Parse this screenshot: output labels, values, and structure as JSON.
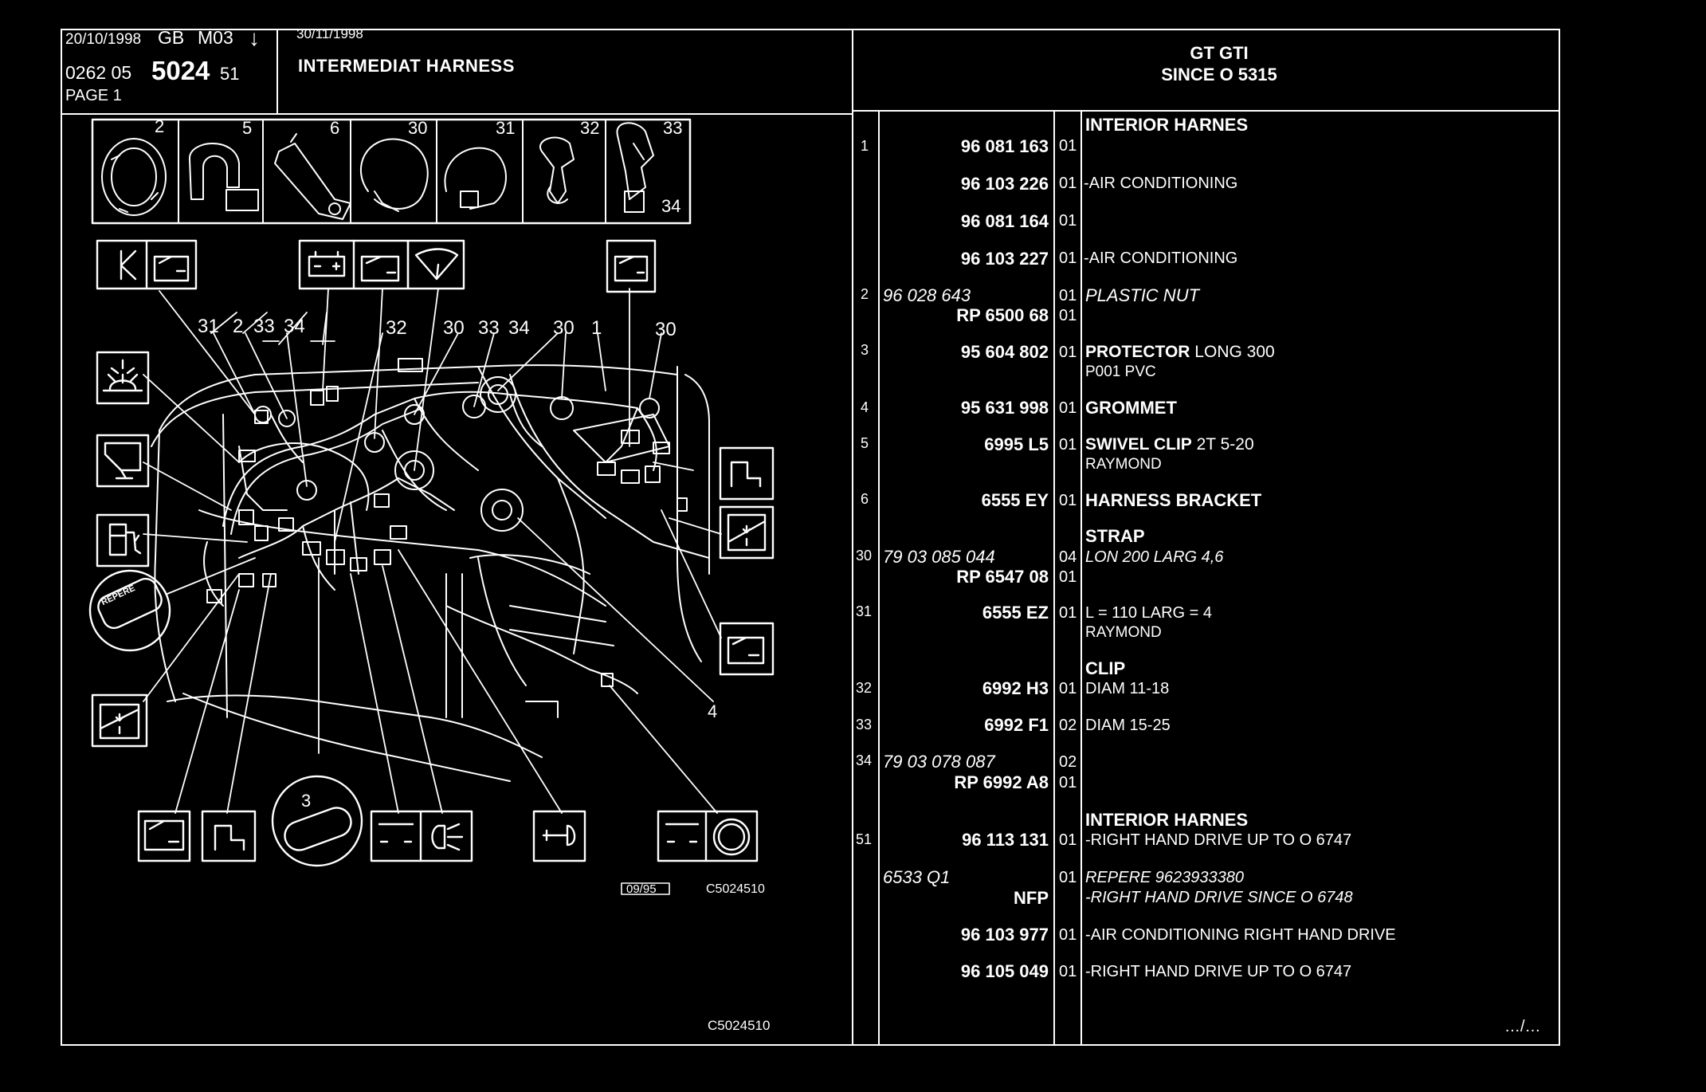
{
  "header": {
    "date_print": "20/10/1998",
    "lang": "GB",
    "model_code": "M03",
    "ref_prefix": "0262 05",
    "ref_main": "5024",
    "ref_suffix": "51",
    "page": "PAGE 1",
    "update_date": "30/11/1998",
    "title": "INTERMEDIAT HARNESS",
    "model": "GT GTI",
    "since": "SINCE O  5315"
  },
  "diagram": {
    "part_icon_labels": [
      "2",
      "5",
      "6",
      "30",
      "31",
      "32",
      "33",
      "34"
    ],
    "callouts": [
      "31",
      "2",
      "33",
      "34",
      "32",
      "30",
      "33",
      "34",
      "30",
      "1",
      "30",
      "4"
    ],
    "protector_label": "3",
    "date_box": "09/95",
    "drawing_ref": "C5024510",
    "footer_ref": "C5024510",
    "icons": [
      "fuse-box-k-icon",
      "door-icon",
      "battery-icon",
      "door-icon",
      "wiper-icon",
      "door-icon",
      "warning-light-icon",
      "screen-icon",
      "fuel-pump-icon",
      "repere-label-icon",
      "window-lift-icon",
      "door-icon",
      "circuit-icon",
      "horn-icon",
      "parking-brake-icon",
      "window-lift-icon",
      "door-icon",
      "circuit-icon"
    ],
    "repere_text": "REPERE"
  },
  "parts": [
    {
      "ref": "1",
      "code": "96 081 163",
      "qty": "01",
      "desc_bold": "INTERIOR HARNES",
      "desc": ""
    },
    {
      "ref": "",
      "code": "96 103 226",
      "qty": "01",
      "desc": "-AIR CONDITIONING"
    },
    {
      "ref": "",
      "code": "96 081 164",
      "qty": "01",
      "desc": ""
    },
    {
      "ref": "",
      "code": "96 103 227",
      "qty": "01",
      "desc": "-AIR CONDITIONING"
    },
    {
      "ref": "2",
      "code_italic": "96 028 643",
      "qty": "01",
      "desc_italic": "PLASTIC NUT",
      "code2": "RP  6500 68",
      "qty2": "01"
    },
    {
      "ref": "3",
      "code": "95 604 802",
      "qty": "01",
      "desc_bold": "PROTECTOR",
      "desc": " LONG 300",
      "desc2": "P001 PVC"
    },
    {
      "ref": "4",
      "code": "95 631 998",
      "qty": "01",
      "desc_bold": "GROMMET"
    },
    {
      "ref": "5",
      "code": "6995 L5",
      "qty": "01",
      "desc_bold": "SWIVEL CLIP",
      "desc": " 2T 5-20",
      "desc2": "RAYMOND"
    },
    {
      "ref": "6",
      "code": "6555 EY",
      "qty": "01",
      "desc_bold": "HARNESS BRACKET"
    },
    {
      "ref": "30",
      "heading": "STRAP",
      "code_italic": "79 03 085 044",
      "qty": "04",
      "desc_italic": "LON 200 LARG 4,6",
      "code2": "RP  6547 08",
      "qty2": "01"
    },
    {
      "ref": "31",
      "code": "6555 EZ",
      "qty": "01",
      "desc": "L = 110 LARG = 4",
      "desc2": "RAYMOND"
    },
    {
      "ref": "32",
      "heading": "CLIP",
      "code": "6992 H3",
      "qty": "01",
      "desc": "DIAM 11-18"
    },
    {
      "ref": "33",
      "code": "6992 F1",
      "qty": "02",
      "desc": "DIAM 15-25"
    },
    {
      "ref": "34",
      "code_italic": "79 03 078 087",
      "qty": "02",
      "code2": "RP  6992 A8",
      "qty2": "01"
    },
    {
      "ref": "51",
      "heading": "INTERIOR HARNES",
      "code": "96 113 131",
      "qty": "01",
      "desc": "-RIGHT HAND DRIVE UP TO O 6747"
    },
    {
      "ref": "",
      "code_italic": "6533 Q1",
      "qty": "01",
      "desc_italic": "REPERE  9623933380",
      "code2": "NFP",
      "desc2_italic": "-RIGHT HAND DRIVE SINCE O 6748"
    },
    {
      "ref": "",
      "code": "96 103 977",
      "qty": "01",
      "desc": "-AIR CONDITIONING RIGHT HAND DRIVE"
    },
    {
      "ref": "",
      "code": "96 105 049",
      "qty": "01",
      "desc": "-RIGHT HAND DRIVE UP TO O 6747"
    }
  ],
  "continued": "…/…"
}
